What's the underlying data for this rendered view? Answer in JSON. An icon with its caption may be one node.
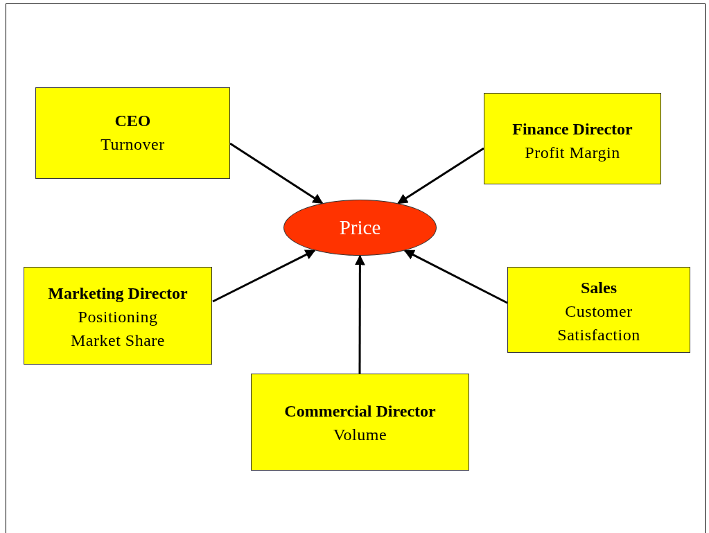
{
  "diagram": {
    "nodes": [
      {
        "text": [
          "CEO",
          "Turnover"
        ]
      },
      {
        "text": [
          "Finance Director",
          "Profit Margin"
        ]
      },
      {
        "text": [
          "Price"
        ]
      },
      {
        "text": [
          "Marketing Director",
          "Positioning Market Share"
        ]
      },
      {
        "text": [
          "Sales",
          "Customer Satisfaction"
        ]
      },
      {
        "text": [
          "Commercial Director",
          "Volume"
        ]
      }
    ],
    "edges": [
      {
        "from": 0,
        "to": 2,
        "arrow": "to"
      },
      {
        "from": 1,
        "to": 2,
        "arrow": "to"
      },
      {
        "from": 3,
        "to": 2,
        "arrow": "to"
      },
      {
        "from": 4,
        "to": 2,
        "arrow": "to"
      },
      {
        "from": 5,
        "to": 2,
        "arrow": "to"
      }
    ]
  }
}
